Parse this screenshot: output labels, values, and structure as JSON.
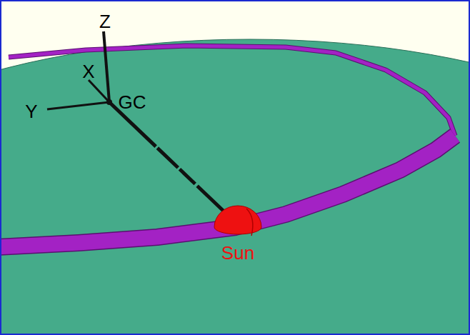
{
  "diagram": {
    "labels": [
      "Z",
      "X",
      "Y",
      "GC",
      "Sun"
    ]
  }
}
